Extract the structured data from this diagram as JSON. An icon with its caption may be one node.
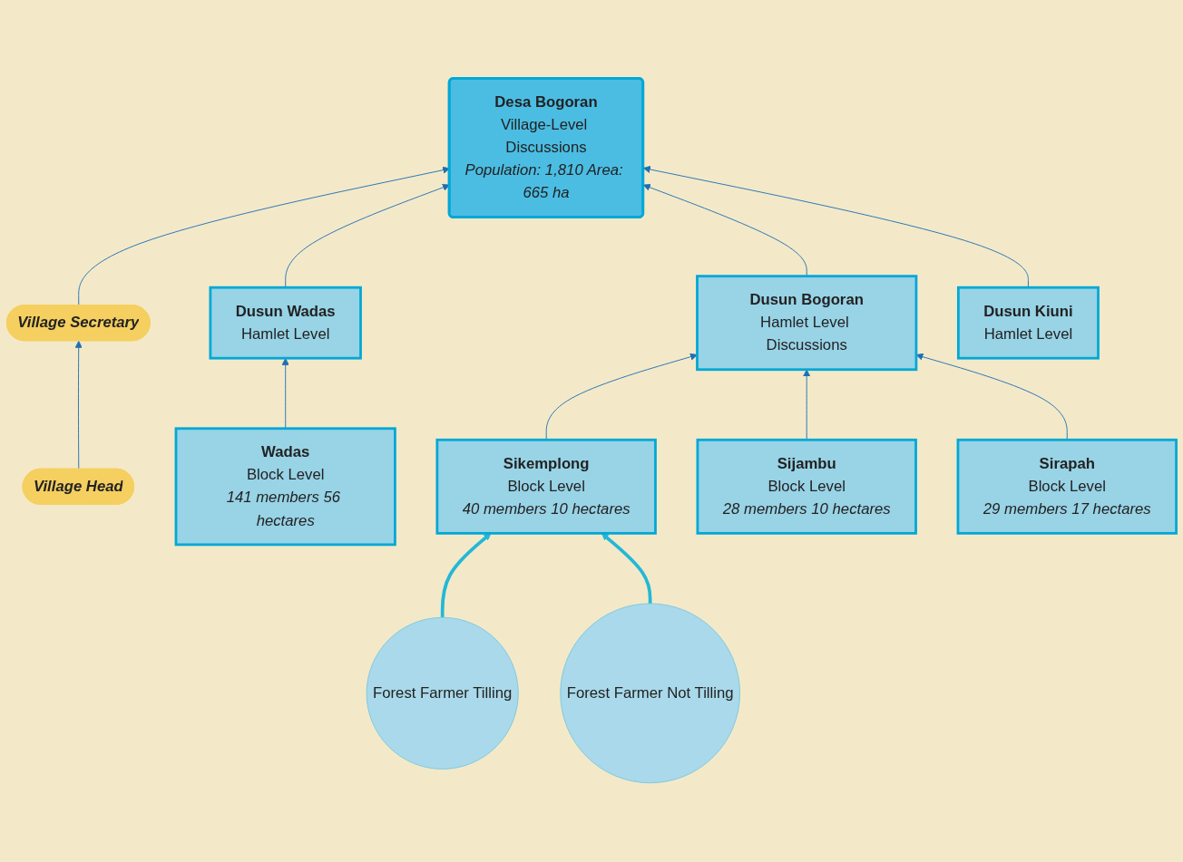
{
  "diagram": {
    "nodes": [
      {
        "text": [
          "Village Head"
        ]
      },
      {
        "text": [
          "Village Secretary"
        ]
      },
      {
        "text": [
          "Desa Bogoran",
          "Village-Level Discussions",
          "Population: 1,810 Area: 665 ha"
        ]
      },
      {
        "text": [
          "Dusun Wadas",
          "Hamlet Level"
        ]
      },
      {
        "text": [
          "Dusun Bogoran",
          "Hamlet Level Discussions"
        ]
      },
      {
        "text": [
          "Dusun Kiuni",
          "Hamlet Level"
        ]
      },
      {
        "text": [
          "Wadas",
          "Block Level",
          "141 members 56 hectares"
        ]
      },
      {
        "text": [
          "Forest Farmer Tilling"
        ]
      },
      {
        "text": [
          "Sikemplong",
          "Block Level",
          "40 members 10 hectares"
        ]
      },
      {
        "text": [
          "Forest Farmer Not Tilling"
        ]
      },
      {
        "text": [
          "Sijambu",
          "Block Level",
          "28 members 10 hectares"
        ]
      },
      {
        "text": [
          "Sirapah",
          "Block Level",
          "29 members 17 hectares"
        ]
      }
    ],
    "edges": [
      {
        "from": 0,
        "to": 1,
        "arrow": "to"
      },
      {
        "from": 1,
        "to": 2,
        "arrow": "to"
      },
      {
        "from": 3,
        "to": 2,
        "arrow": "to"
      },
      {
        "from": 4,
        "to": 2,
        "arrow": "to"
      },
      {
        "from": 5,
        "to": 2,
        "arrow": "to"
      },
      {
        "from": 6,
        "to": 3,
        "arrow": "to"
      },
      {
        "from": 8,
        "to": 4,
        "arrow": "to"
      },
      {
        "from": 10,
        "to": 4,
        "arrow": "to"
      },
      {
        "from": 11,
        "to": 4,
        "arrow": "to"
      },
      {
        "from": 7,
        "to": 8,
        "arrow": "to",
        "style": "thick",
        "color": "#22b8d8"
      },
      {
        "from": 9,
        "to": 8,
        "arrow": "to",
        "style": "thick",
        "color": "#22b8d8"
      }
    ]
  }
}
